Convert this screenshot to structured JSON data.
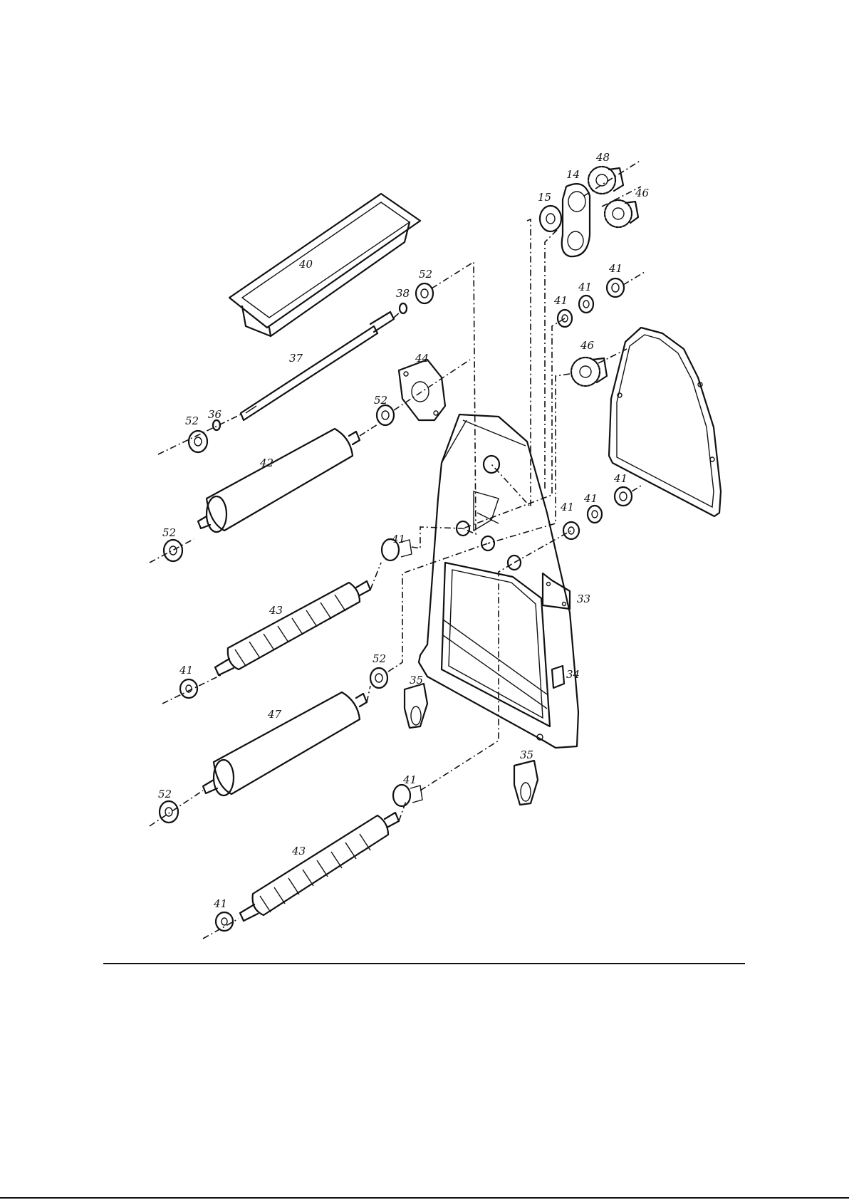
{
  "parts": {
    "p14": "14",
    "p15": "15",
    "p48": "48",
    "p46a": "46",
    "p40": "40",
    "p52a": "52",
    "p38": "38",
    "p41a": "41",
    "p41b": "41",
    "p41c": "41",
    "p37": "37",
    "p44": "44",
    "p46b": "46",
    "p52b": "52",
    "p36": "36",
    "p52c": "52",
    "p42": "42",
    "p41d": "41",
    "p41e": "41",
    "p41f": "41",
    "p52d": "52",
    "p41g": "41",
    "p33": "33",
    "p43a": "43",
    "p41h": "41",
    "p52e": "52",
    "p34": "34",
    "p35a": "35",
    "p47": "47",
    "p35b": "35",
    "p52f": "52",
    "p41i": "41",
    "p43b": "43",
    "p41j": "41"
  }
}
